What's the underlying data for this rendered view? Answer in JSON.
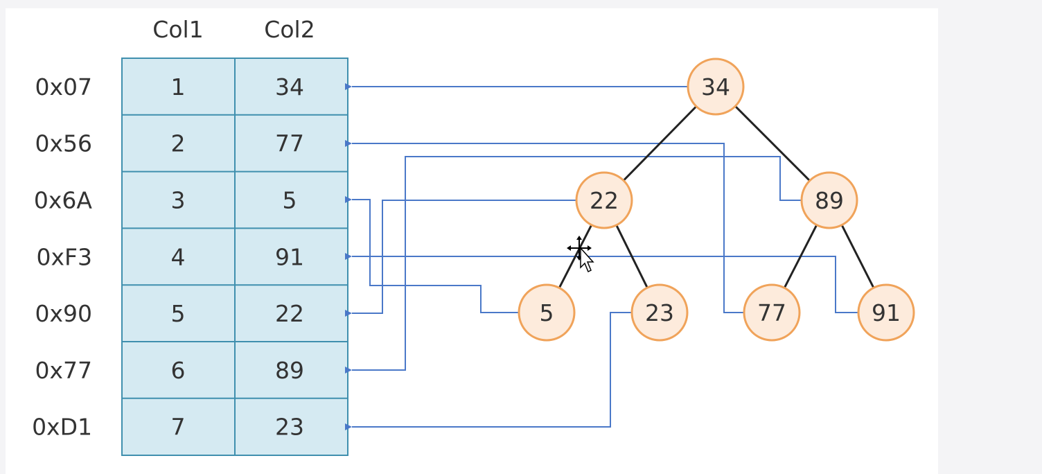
{
  "table": {
    "headers": [
      "Col1",
      "Col2"
    ],
    "rows": [
      {
        "address": "0x07",
        "col1": "1",
        "col2": "34"
      },
      {
        "address": "0x56",
        "col1": "2",
        "col2": "77"
      },
      {
        "address": "0x6A",
        "col1": "3",
        "col2": "5"
      },
      {
        "address": "0xF3",
        "col1": "4",
        "col2": "91"
      },
      {
        "address": "0x90",
        "col1": "5",
        "col2": "22"
      },
      {
        "address": "0x77",
        "col1": "6",
        "col2": "89"
      },
      {
        "address": "0xD1",
        "col1": "7",
        "col2": "23"
      }
    ]
  },
  "tree": {
    "nodes": [
      {
        "id": "n34",
        "label": "34"
      },
      {
        "id": "n22",
        "label": "22"
      },
      {
        "id": "n89",
        "label": "89"
      },
      {
        "id": "n5",
        "label": "5"
      },
      {
        "id": "n23",
        "label": "23"
      },
      {
        "id": "n77",
        "label": "77"
      },
      {
        "id": "n91",
        "label": "91"
      }
    ],
    "edges": [
      {
        "from": "n34",
        "to": "n22"
      },
      {
        "from": "n34",
        "to": "n89"
      },
      {
        "from": "n22",
        "to": "n5"
      },
      {
        "from": "n22",
        "to": "n23"
      },
      {
        "from": "n89",
        "to": "n77"
      },
      {
        "from": "n89",
        "to": "n91"
      }
    ],
    "pointers": [
      {
        "node": "n34",
        "row": 0
      },
      {
        "node": "n77",
        "row": 1
      },
      {
        "node": "n5",
        "row": 2
      },
      {
        "node": "n91",
        "row": 3
      },
      {
        "node": "n22",
        "row": 4
      },
      {
        "node": "n89",
        "row": 5
      },
      {
        "node": "n23",
        "row": 6
      }
    ]
  },
  "colors": {
    "table_fill": "#d5eaf2",
    "table_border": "#3f8fae",
    "node_fill": "#fdebdc",
    "node_stroke": "#f0a35a",
    "pointer_line": "#4a78c8",
    "tree_edge": "#222222"
  }
}
